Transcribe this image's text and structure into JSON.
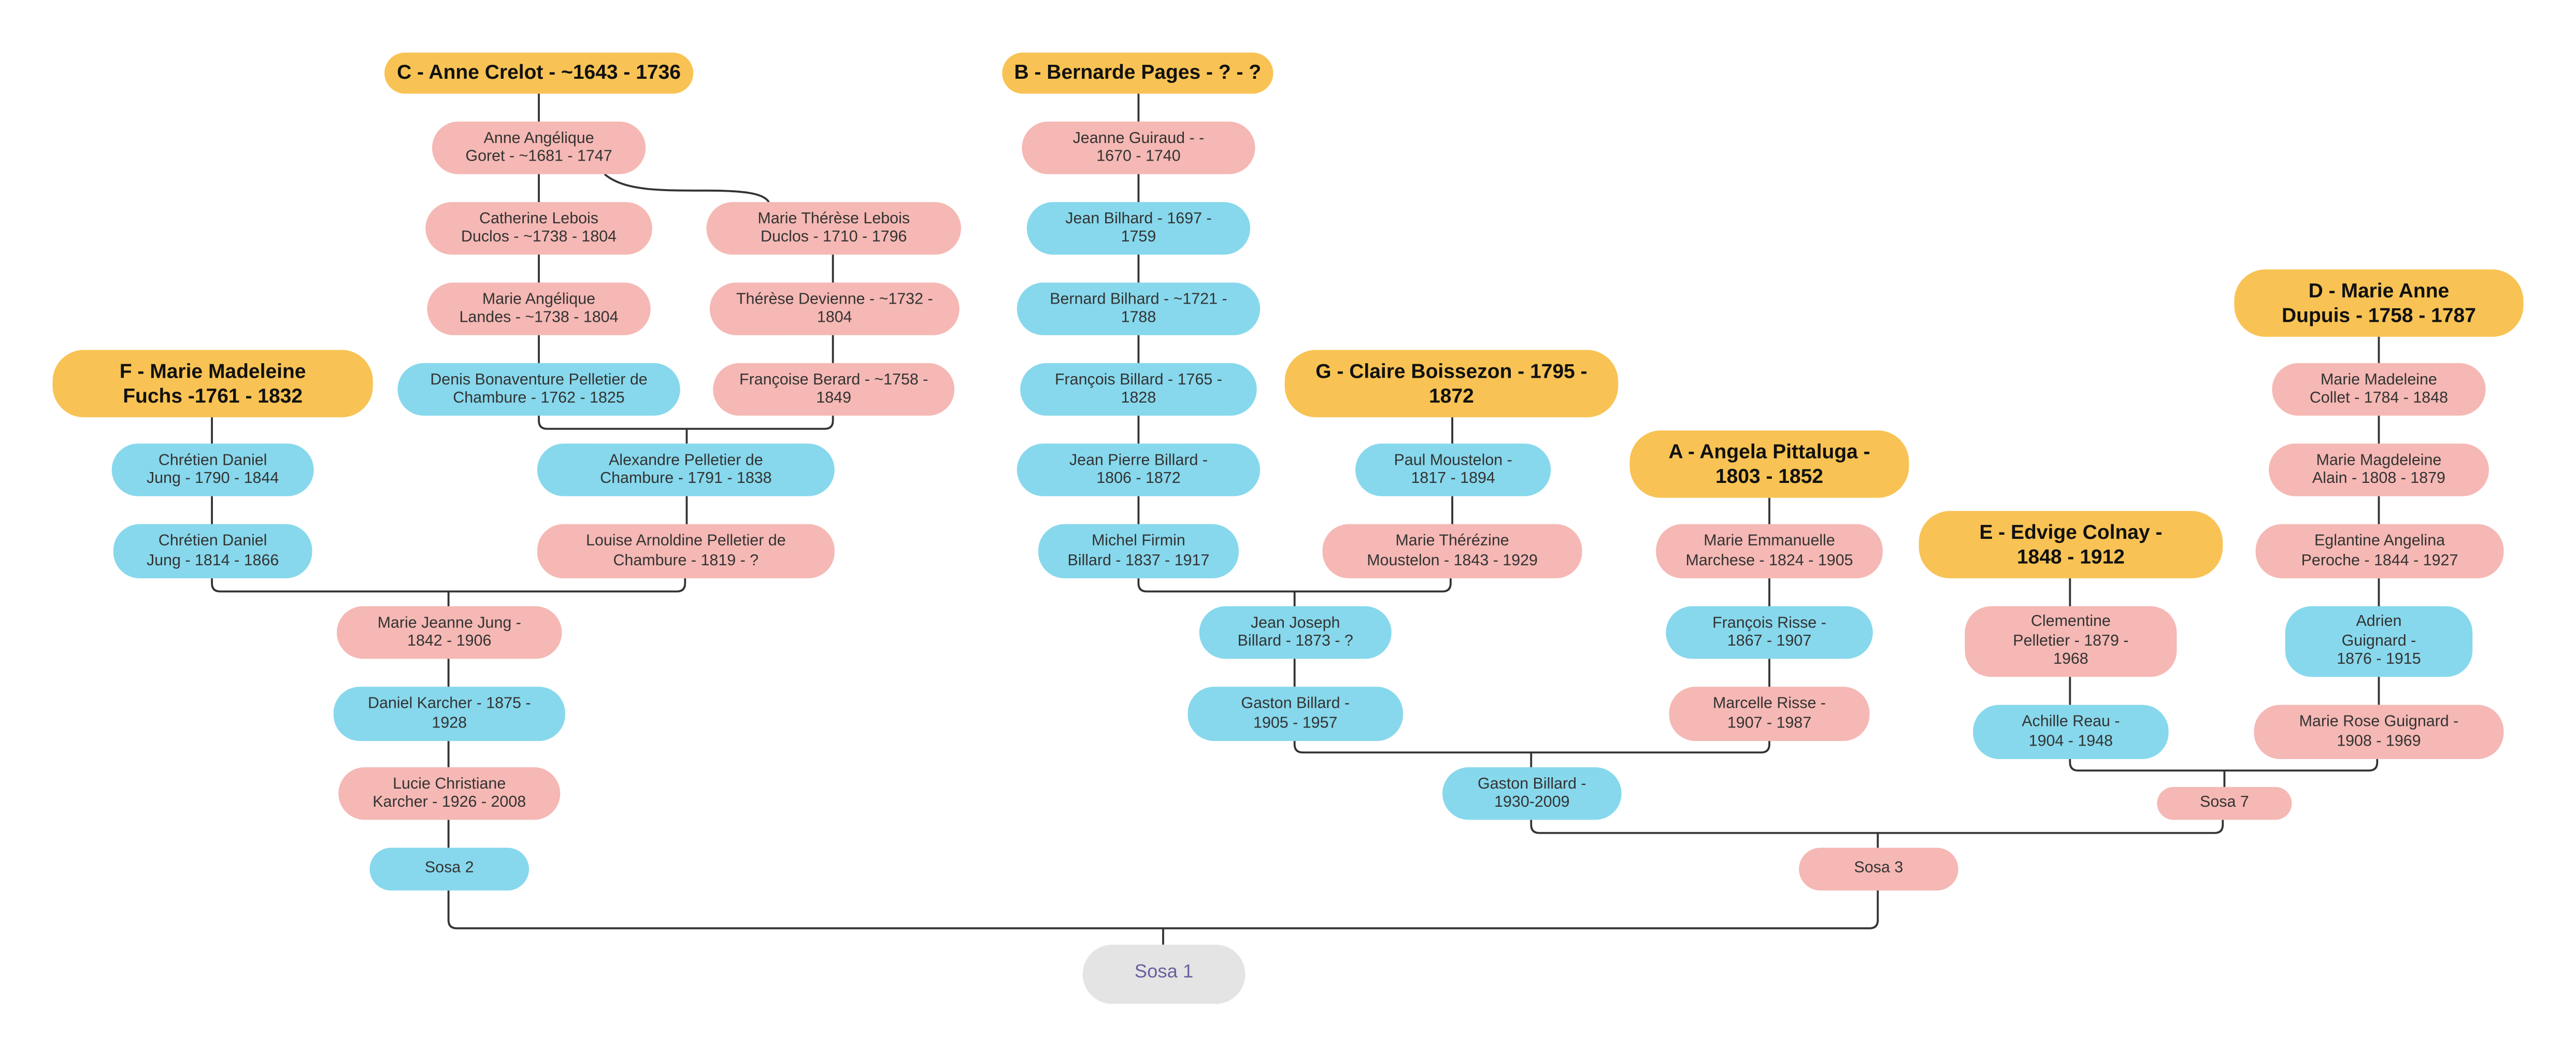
{
  "nodes": {
    "heads": {
      "c": "C - Anne Crelot - ~1643 - 1736",
      "b": "B - Bernarde Pages - ? - ?",
      "d": "D - Marie Anne\nDupuis - 1758 - 1787",
      "f": "F - Marie Madeleine\nFuchs -1761 - 1832",
      "g": "G - Claire Boissezon - 1795 -\n1872",
      "a": "A - Angela Pittaluga -\n1803 - 1852",
      "e": "E - Edvige Colnay -\n1848 - 1912"
    },
    "root": "Sosa 1",
    "c_line": {
      "anne_angelique": "Anne Angélique\nGoret - ~1681 - 1747",
      "catherine": "Catherine Lebois\nDuclos - ~1738 - 1804",
      "marie_therese": "Marie Thérèse Lebois\nDuclos - 1710 - 1796",
      "marie_angelique": "Marie Angélique\nLandes - ~1738 - 1804",
      "therese": "Thérèse Devienne - ~1732 -\n1804",
      "denis": "Denis Bonaventure Pelletier de\nChambure - 1762 - 1825",
      "francoise": "Françoise Berard - ~1758 -\n1849",
      "alexandre": "Alexandre Pelletier de\nChambure - 1791 - 1838",
      "louise": "Louise Arnoldine Pelletier de\nChambure - 1819 - ?"
    },
    "f_line": {
      "chretien1": "Chrétien Daniel\nJung - 1790 - 1844",
      "chretien2": "Chrétien Daniel\nJung - 1814 - 1866"
    },
    "sosa2_line": {
      "marie_jeanne": "Marie Jeanne Jung -\n1842 - 1906",
      "daniel": "Daniel Karcher - 1875 -\n1928",
      "lucie": "Lucie Christiane\nKarcher - 1926 - 2008",
      "sosa2": "Sosa 2"
    },
    "b_line": {
      "jeanne": "Jeanne Guiraud - -\n1670 - 1740",
      "jean": "Jean Bilhard - 1697 -\n1759",
      "bernard": "Bernard Bilhard - ~1721 -\n1788",
      "francois": "François Billard - 1765 -\n1828",
      "jean_pierre": "Jean Pierre Billard -\n1806 - 1872",
      "michel": "Michel Firmin\nBillard - 1837 - 1917"
    },
    "g_line": {
      "paul": "Paul Moustelon -\n1817 - 1894",
      "marie_therezine": "Marie Thérézine\nMoustelon - 1843 - 1929"
    },
    "billard_line": {
      "jean_joseph": "Jean Joseph\nBillard - 1873 - ?",
      "gaston1": "Gaston Billard -\n1905 - 1957",
      "gaston2": "Gaston Billard -\n1930-2009",
      "sosa3": "Sosa 3"
    },
    "a_line": {
      "marie_emmanuelle": "Marie Emmanuelle\nMarchese - 1824 - 1905",
      "francois_risse": "François Risse -\n1867 - 1907",
      "marcelle": "Marcelle Risse -\n1907 - 1987"
    },
    "e_line": {
      "clementine": "Clementine\nPelletier - 1879 -\n1968",
      "achille": "Achille Reau -\n1904 - 1948"
    },
    "d_line": {
      "marie_madeleine": "Marie Madeleine\nCollet - 1784 - 1848",
      "marie_magdeleine": "Marie Magdeleine\nAlain - 1808 - 1879",
      "eglantine": "Eglantine Angelina\nPeroche - 1844 - 1927",
      "adrien": "Adrien\nGuignard -\n1876 - 1915",
      "marie_rose": "Marie Rose Guignard -\n1908 - 1969",
      "sosa7": "Sosa 7"
    }
  },
  "colors": {
    "male": "#87d8ec",
    "female": "#f5b8b4",
    "head": "#f8c354",
    "root": "#e4e4e4",
    "line": "#333333"
  }
}
